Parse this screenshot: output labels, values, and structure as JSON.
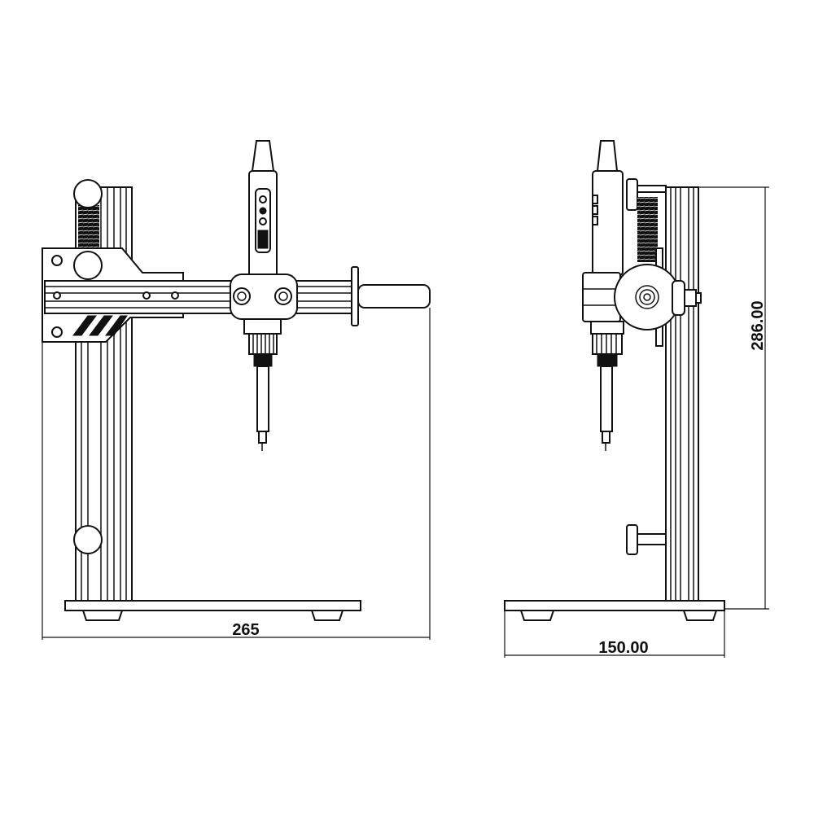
{
  "dimensions": {
    "front_width": "265",
    "side_depth": "150.00",
    "height": "286.00"
  },
  "colors": {
    "line": "#111111",
    "background": "#ffffff"
  }
}
